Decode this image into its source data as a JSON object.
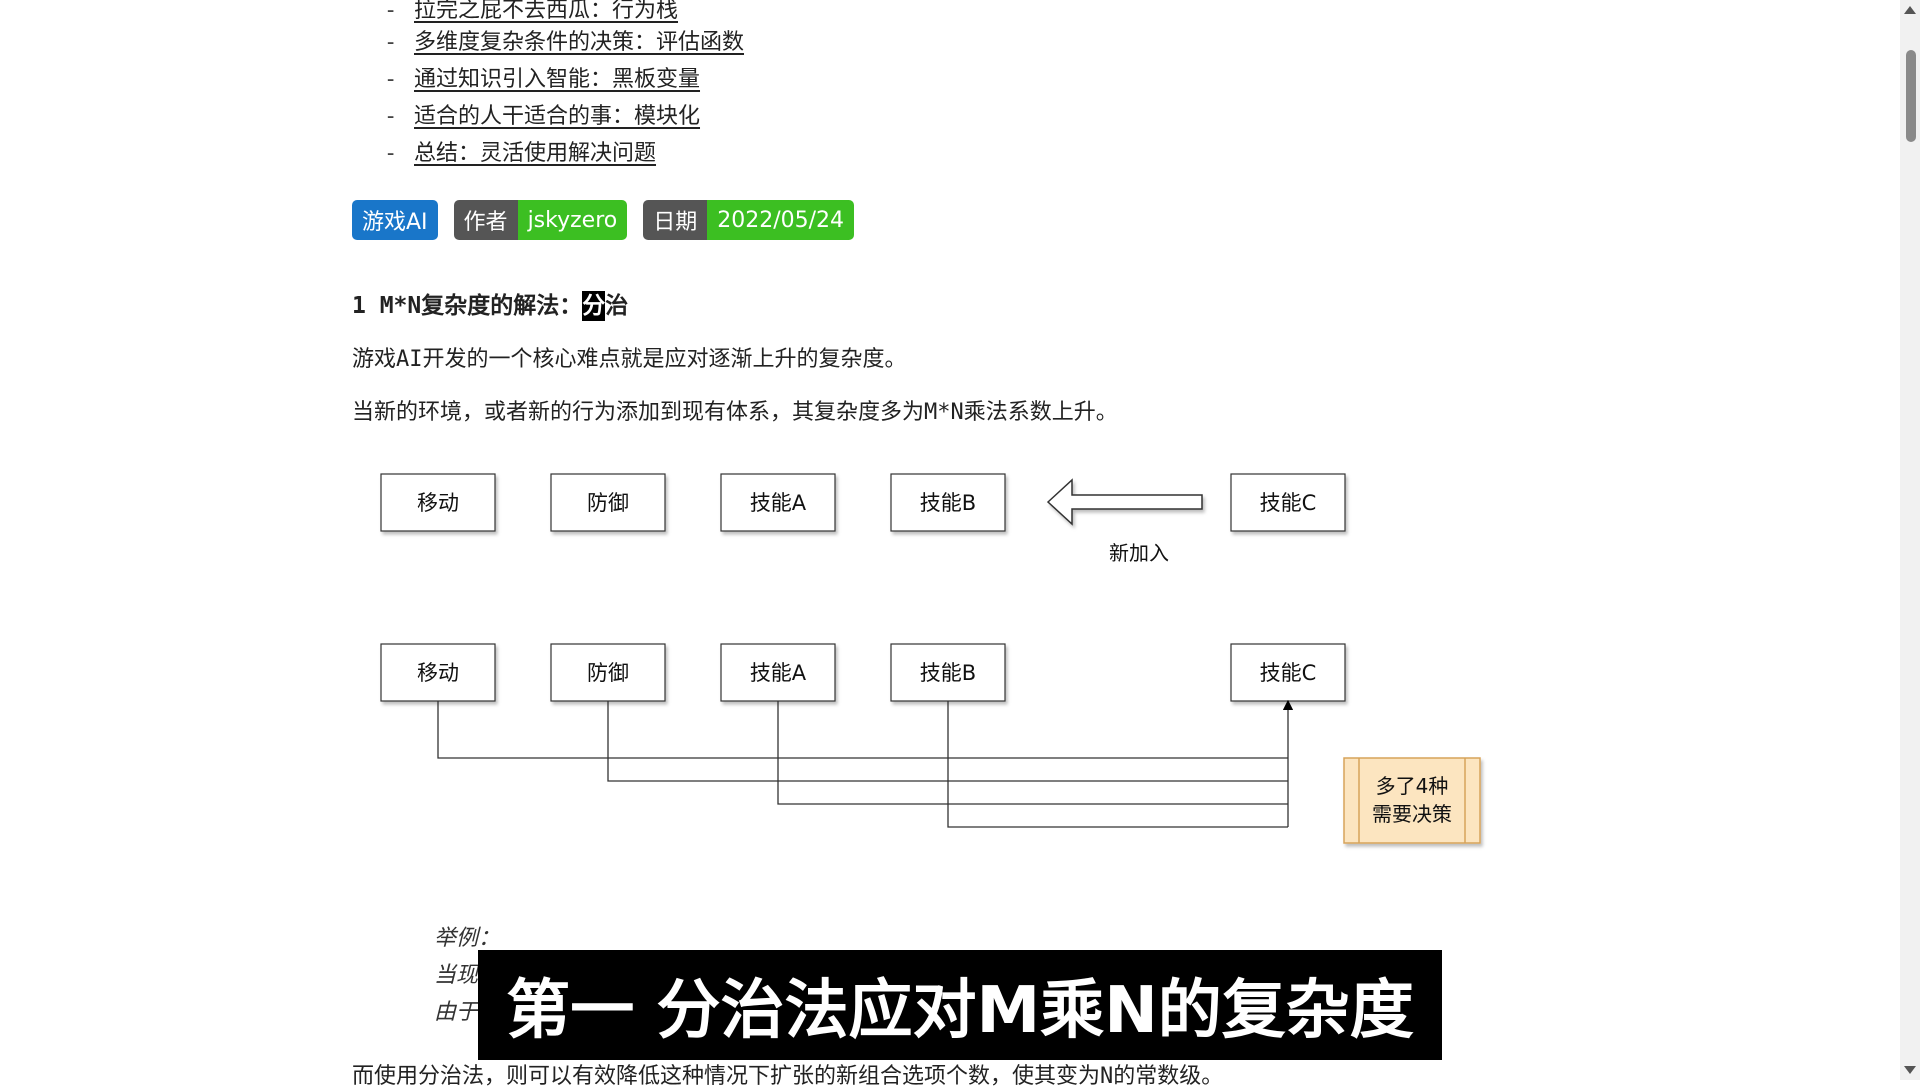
{
  "toc": [
    "拉完之屁不去西瓜：行为栈",
    "多维度复杂条件的决策：评估函数",
    "通过知识引入智能：黑板变量",
    "适合的人干适合的事：模块化",
    "总结：灵活使用解决问题"
  ],
  "badges": {
    "category": "游戏AI",
    "author_key": "作者",
    "author_value": "jskyzero",
    "date_key": "日期",
    "date_value": "2022/05/24"
  },
  "section": {
    "title_prefix": "1 M*N复杂度的解法：",
    "title_highlight": "分",
    "title_suffix": "治"
  },
  "paragraphs": {
    "p1": "游戏AI开发的一个核心难点就是应对逐渐上升的复杂度。",
    "p2": "当新的环境，或者新的行为添加到现有体系，其复杂度多为M*N乘法系数上升。",
    "bottom": "而使用分治法，则可以有效降低这种情况下扩张的新组合选项个数，使其变为N的常数级。"
  },
  "diagram": {
    "top_row": [
      "移动",
      "防御",
      "技能A",
      "技能B"
    ],
    "new_item": "技能C",
    "arrow_label": "新加入",
    "bottom_row": [
      "移动",
      "防御",
      "技能A",
      "技能B"
    ],
    "bottom_new_item": "技能C",
    "note_line1": "多了4种",
    "note_line2": "需要决策"
  },
  "quote": {
    "label": "举例：",
    "line2": "当现",
    "line3": "由于"
  },
  "subtitle": "第一 分治法应对M乘N的复杂度"
}
